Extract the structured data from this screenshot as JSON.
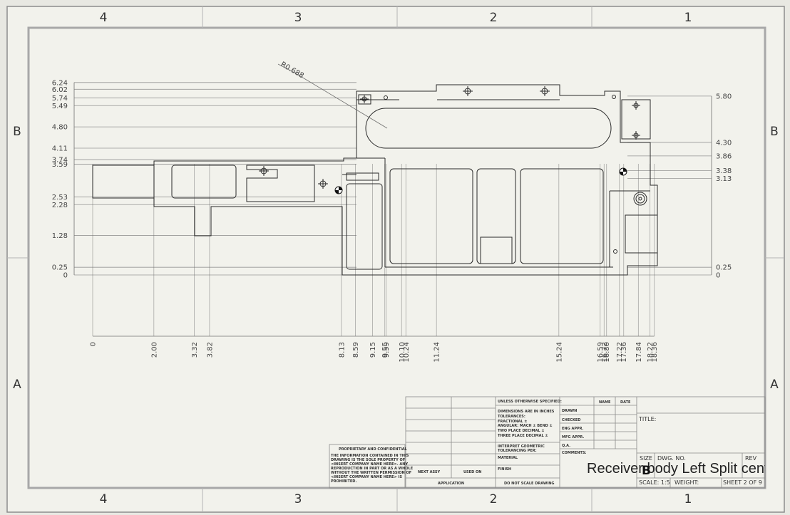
{
  "zones": {
    "columns": [
      "4",
      "3",
      "2",
      "1"
    ],
    "rows": [
      "B",
      "A"
    ]
  },
  "radius_label": "R0.688",
  "left_ordinates": [
    "6.24",
    "6.02",
    "5.74",
    "5.49",
    "4.80",
    "4.11",
    "3.74",
    "3.59",
    "2.53",
    "2.28",
    "1.28",
    "0.25",
    "0"
  ],
  "right_ordinates": [
    "5.80",
    "4.30",
    "3.86",
    "3.38",
    "3.13",
    "0.25",
    "0"
  ],
  "bottom_ordinates": [
    "0",
    "2.00",
    "3.32",
    "3.82",
    "8.13",
    "8.59",
    "9.15",
    "9.55",
    "9.59",
    "10.10",
    "10.24",
    "11.24",
    "15.24",
    "16.59",
    "16.72",
    "16.80",
    "17.22",
    "17.36",
    "17.84",
    "18.22",
    "18.36"
  ],
  "title_block": {
    "unless_specified": "UNLESS OTHERWISE SPECIFIED:",
    "col_name": "NAME",
    "col_date": "DATE",
    "dimensions_note": "DIMENSIONS ARE IN INCHES",
    "tolerances": "TOLERANCES:",
    "fractional": "FRACTIONAL ±",
    "angular": "ANGULAR: MACH ±   BEND ±",
    "two_place": "TWO PLACE DECIMAL   ±",
    "three_place": "THREE PLACE DECIMAL   ±",
    "interpret": "INTERPRET GEOMETRIC",
    "tolerancing": "TOLERANCING PER:",
    "material": "MATERIAL",
    "finish": "FINISH",
    "drawn": "DRAWN",
    "checked": "CHECKED",
    "eng_appr": "ENG APPR.",
    "mfg_appr": "MFG APPR.",
    "qa": "Q.A.",
    "comments": "COMMENTS:",
    "title_label": "TITLE:",
    "size_label": "SIZE",
    "dwg_no_label": "DWG.  NO.",
    "rev_label": "REV",
    "dwg_name": "Receiver body Left Split center",
    "size_value": "B",
    "scale": "SCALE: 1:5",
    "weight": "WEIGHT:",
    "sheet": "SHEET 2 OF 9",
    "next_assy": "NEXT ASSY",
    "used_on": "USED ON",
    "application": "APPLICATION",
    "do_not_scale": "DO NOT SCALE DRAWING",
    "proprietary_title": "PROPRIETARY AND CONFIDENTIAL",
    "proprietary_text": [
      "THE INFORMATION CONTAINED IN THIS",
      "DRAWING IS THE SOLE PROPERTY OF",
      "<INSERT COMPANY NAME HERE>. ANY",
      "REPRODUCTION IN PART OR AS A WHOLE",
      "WITHOUT THE WRITTEN PERMISSION OF",
      "<INSERT COMPANY NAME HERE> IS",
      "PROHIBITED."
    ]
  }
}
